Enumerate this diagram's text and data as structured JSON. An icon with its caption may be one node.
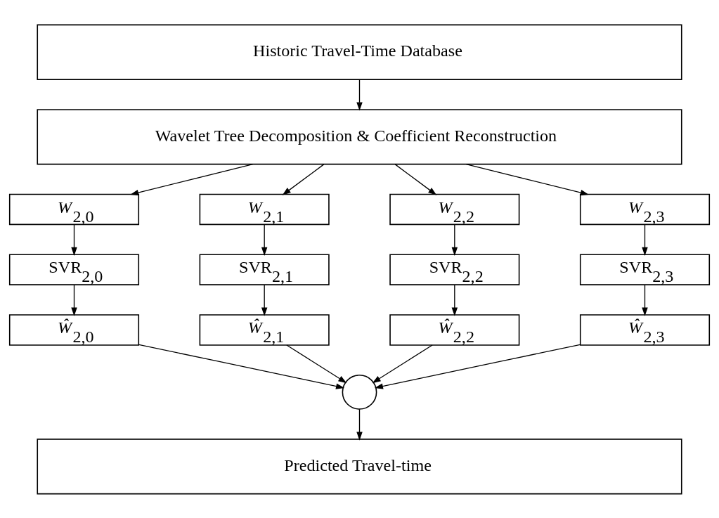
{
  "diagram": {
    "nodes": [
      {
        "text": [
          "Historic Travel-Time Database"
        ]
      },
      {
        "text": [
          "Wavelet Tree Decomposition & Coefficient Reconstruction"
        ]
      },
      {
        "text": [
          "*W*$_{2,0}$"
        ]
      },
      {
        "text": [
          "*W*$_{2,1}$"
        ]
      },
      {
        "text": [
          "*W*$_{2,2}$"
        ]
      },
      {
        "text": [
          "*W*$_{2,3}$"
        ]
      },
      {
        "text": [
          "SVR$_{2,0}$"
        ]
      },
      {
        "text": [
          "SVR$_{2,1}$"
        ]
      },
      {
        "text": [
          "SVR$_{2,2}$"
        ]
      },
      {
        "text": [
          "SVR$_{2,3}$"
        ]
      },
      {
        "text": [
          "*Ŵ*$_{2,0}$"
        ]
      },
      {
        "text": [
          "*Ŵ*$_{2,1}$"
        ]
      },
      {
        "text": [
          "*Ŵ*$_{2,2}$"
        ]
      },
      {
        "text": [
          "*Ŵ*$_{2,3}$"
        ]
      },
      {
        "text": [],
        "shape": "circle"
      },
      {
        "text": [
          "Predicted Travel-time"
        ]
      }
    ],
    "edges": [
      {
        "from": 0,
        "to": 1,
        "arrow": "to"
      },
      {
        "from": 1,
        "to": 2,
        "arrow": "to"
      },
      {
        "from": 1,
        "to": 3,
        "arrow": "to"
      },
      {
        "from": 1,
        "to": 4,
        "arrow": "to"
      },
      {
        "from": 1,
        "to": 5,
        "arrow": "to"
      },
      {
        "from": 2,
        "to": 6,
        "arrow": "to"
      },
      {
        "from": 3,
        "to": 7,
        "arrow": "to"
      },
      {
        "from": 4,
        "to": 8,
        "arrow": "to"
      },
      {
        "from": 5,
        "to": 9,
        "arrow": "to"
      },
      {
        "from": 6,
        "to": 10,
        "arrow": "to"
      },
      {
        "from": 7,
        "to": 11,
        "arrow": "to"
      },
      {
        "from": 8,
        "to": 12,
        "arrow": "to"
      },
      {
        "from": 9,
        "to": 13,
        "arrow": "to"
      },
      {
        "from": 10,
        "to": 14,
        "arrow": "to"
      },
      {
        "from": 11,
        "to": 14,
        "arrow": "to"
      },
      {
        "from": 12,
        "to": 14,
        "arrow": "to"
      },
      {
        "from": 13,
        "to": 14,
        "arrow": "to"
      },
      {
        "from": 14,
        "to": 15,
        "arrow": "to"
      }
    ]
  }
}
